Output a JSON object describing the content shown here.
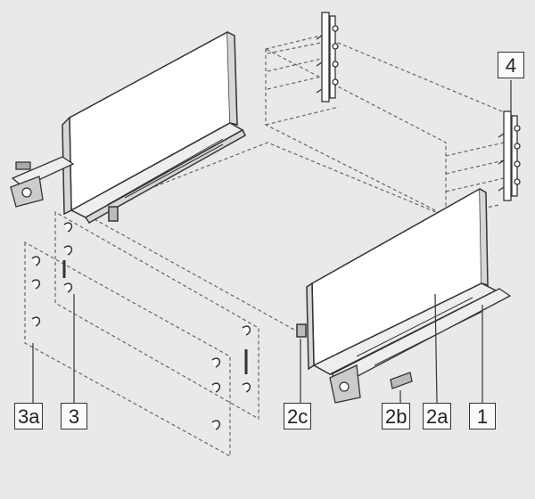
{
  "callouts": {
    "c4": "4",
    "c3a": "3a",
    "c3": "3",
    "c2c": "2c",
    "c2b": "2b",
    "c2a": "2a",
    "c1": "1"
  },
  "colors": {
    "background": "#e9e9e9",
    "line": "#333333",
    "dashed": "#666666",
    "panel": "#ffffff",
    "part_shade": "#d7d7d7"
  }
}
